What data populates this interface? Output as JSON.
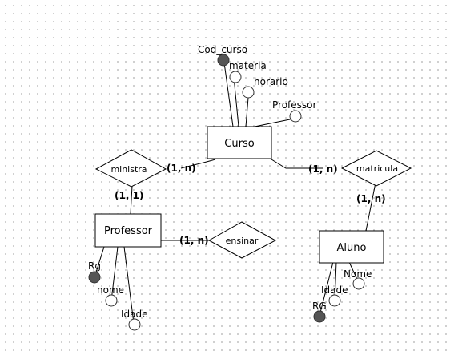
{
  "entities": {
    "curso": "Curso",
    "professor": "Professor",
    "aluno": "Aluno"
  },
  "relationships": {
    "ministra": "ministra",
    "matricula": "matricula",
    "ensinar": "ensinar"
  },
  "attributes": {
    "curso": {
      "cod_curso": "Cod_curso",
      "materia": "materia",
      "horario": "horario",
      "professor": "Professor"
    },
    "professor": {
      "rg": "Rg",
      "nome": "nome",
      "idade": "Idade"
    },
    "aluno": {
      "nome": "Nome",
      "idade": "Idade",
      "rg": "RG"
    }
  },
  "cardinalities": {
    "curso_ministra": "(1, n)",
    "professor_ministra": "(1, 1)",
    "curso_matricula": "(1, n)",
    "aluno_matricula": "(1, n)",
    "professor_ensinar": "(1, n)"
  },
  "colors": {
    "key_attribute_fill": "#555555",
    "attribute_fill": "#ffffff",
    "grid_dot": "#b9b9b9"
  }
}
